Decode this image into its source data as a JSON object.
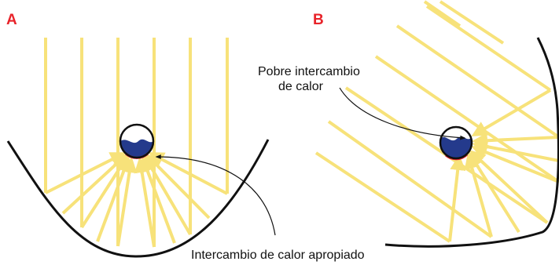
{
  "panels": [
    {
      "letter": "A",
      "caption": "Intercambio de calor apropiado"
    },
    {
      "letter": "B",
      "caption_line1": "Pobre intercambio",
      "caption_line2": "de calor"
    }
  ],
  "colors": {
    "letter": "#e8232a",
    "ray": "#f7e27a",
    "mirror": "#111111",
    "tube_fluid": "#243a8c",
    "tube_glass": "#ffffff",
    "hot_edge": "#e8232a"
  }
}
